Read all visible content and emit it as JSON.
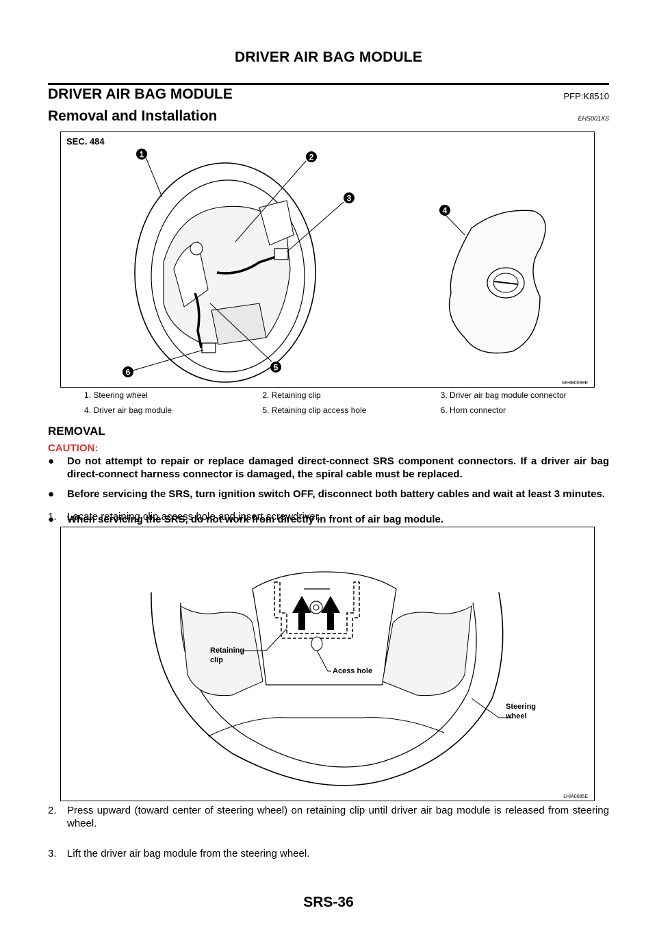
{
  "header": {
    "title": "DRIVER AIR BAG MODULE"
  },
  "section": {
    "title": "DRIVER AIR BAG MODULE",
    "part_code": "PFP:K8510",
    "subtitle": "Removal and Installation",
    "subtitle_code": "EHS001XS"
  },
  "figure1": {
    "sec_label": "SEC. 484",
    "callouts": [
      "1",
      "2",
      "3",
      "4",
      "5",
      "6"
    ],
    "code": "MHIB0099E"
  },
  "legend": {
    "items": [
      "1.   Steering wheel",
      "2.   Retaining clip",
      "3.   Driver air bag module connector",
      "4.   Driver air bag module",
      "5.   Retaining clip access hole",
      "6.   Horn connector"
    ]
  },
  "removal": {
    "title": "REMOVAL",
    "caution_label": "CAUTION:",
    "bullets": [
      "Do not attempt to repair or replace damaged direct-connect SRS component connectors. If a driver air bag direct-connect harness connector is damaged, the spiral cable must be replaced.",
      "Before servicing the SRS, turn ignition switch OFF, disconnect both battery cables and wait at least 3 minutes.",
      "When servicing the SRS, do not work from directly in front of air bag module."
    ],
    "bullet_symbol": "●",
    "step1_num": "1.",
    "step1": "Locate retaining clip access hole and insert screwdriver.",
    "step2_num": "2.",
    "step2": "Press upward (toward center of steering wheel) on retaining clip until driver air bag module is released from steering wheel.",
    "step3_num": "3.",
    "step3": "Lift the driver air bag module from the steering wheel."
  },
  "figure2": {
    "label_retaining_1": "Retaining",
    "label_retaining_2": "clip",
    "label_access": "Acess hole",
    "label_steering_1": "Steering",
    "label_steering_2": "wheel",
    "code": "LHIA0085E"
  },
  "footer": {
    "page": "SRS-36"
  }
}
